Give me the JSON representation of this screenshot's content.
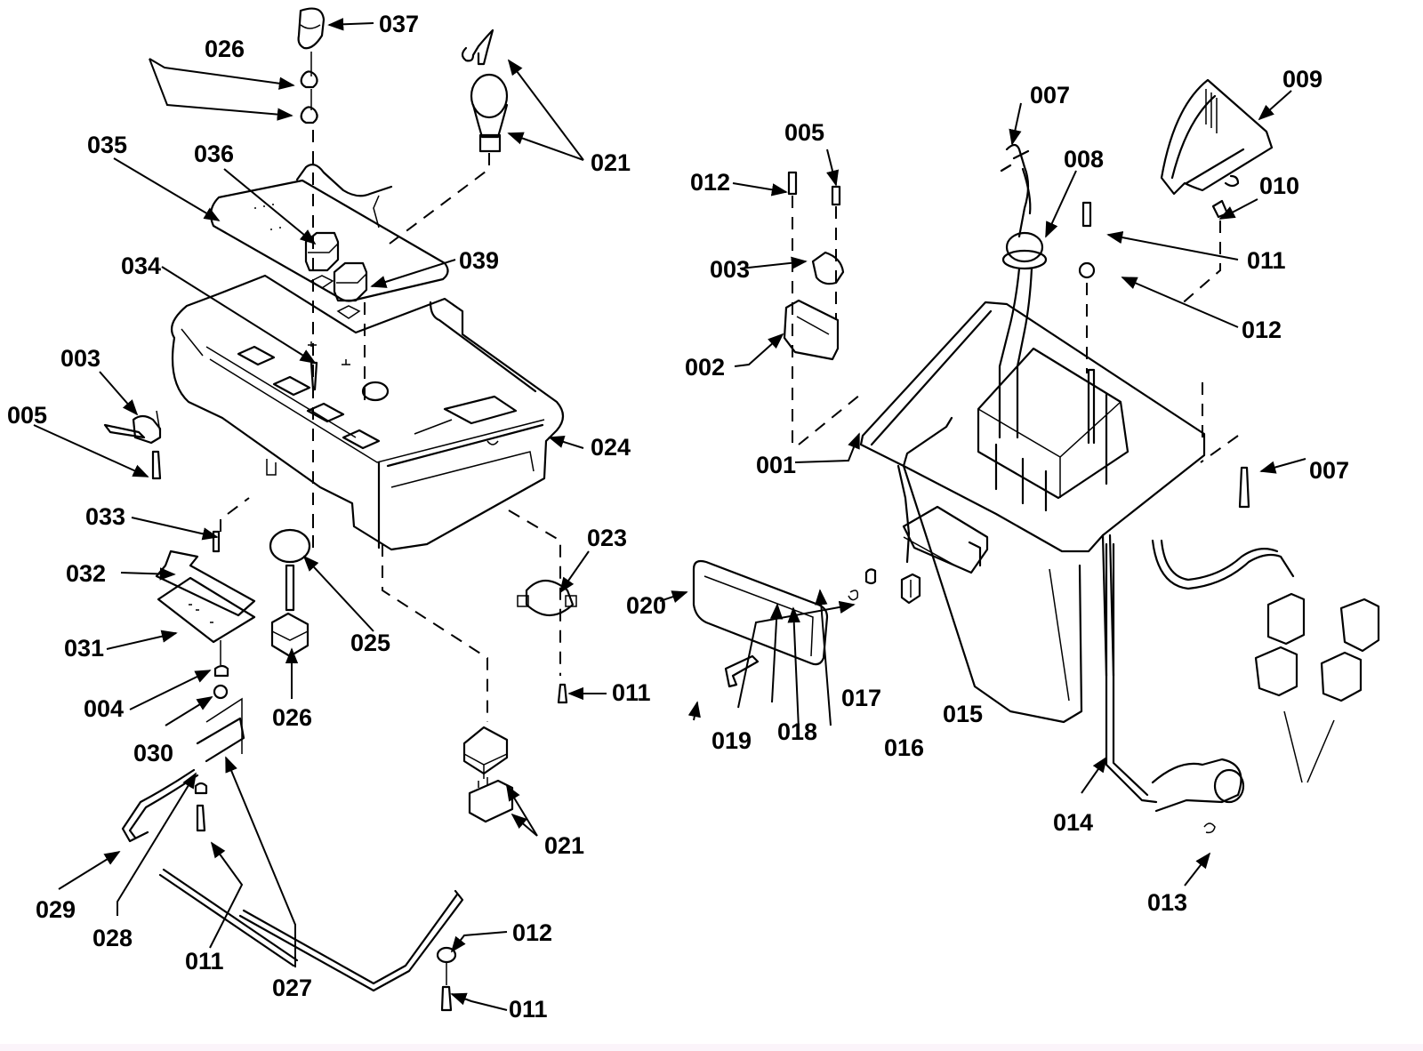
{
  "diagram": {
    "type": "exploded-parts-view",
    "subject": "Control panel and electrical box assembly",
    "colors": {
      "ink": "#000000",
      "paper": "#ffffff"
    },
    "assemblies": [
      {
        "id": "left",
        "description": "Control panel housing with switches, thermostat knob and wiring"
      },
      {
        "id": "right",
        "description": "Electrical box with cable harness, grommet, lamp and connectors"
      }
    ],
    "callouts": [
      {
        "id": "c037",
        "label": "037"
      },
      {
        "id": "c026a",
        "label": "026"
      },
      {
        "id": "c021a",
        "label": "021"
      },
      {
        "id": "c035",
        "label": "035"
      },
      {
        "id": "c036",
        "label": "036"
      },
      {
        "id": "c039",
        "label": "039"
      },
      {
        "id": "c034",
        "label": "034"
      },
      {
        "id": "c003a",
        "label": "003"
      },
      {
        "id": "c005a",
        "label": "005"
      },
      {
        "id": "c024",
        "label": "024"
      },
      {
        "id": "c033",
        "label": "033"
      },
      {
        "id": "c032",
        "label": "032"
      },
      {
        "id": "c031",
        "label": "031"
      },
      {
        "id": "c025",
        "label": "025"
      },
      {
        "id": "c023",
        "label": "023"
      },
      {
        "id": "c004",
        "label": "004"
      },
      {
        "id": "c026b",
        "label": "026"
      },
      {
        "id": "c011a",
        "label": "011"
      },
      {
        "id": "c030",
        "label": "030"
      },
      {
        "id": "c021b",
        "label": "021"
      },
      {
        "id": "c029",
        "label": "029"
      },
      {
        "id": "c028",
        "label": "028"
      },
      {
        "id": "c011b",
        "label": "011"
      },
      {
        "id": "c027",
        "label": "027"
      },
      {
        "id": "c012a",
        "label": "012"
      },
      {
        "id": "c011c",
        "label": "011"
      },
      {
        "id": "c007a",
        "label": "007"
      },
      {
        "id": "c009",
        "label": "009"
      },
      {
        "id": "c005b",
        "label": "005"
      },
      {
        "id": "c008",
        "label": "008"
      },
      {
        "id": "c012b",
        "label": "012"
      },
      {
        "id": "c010",
        "label": "010"
      },
      {
        "id": "c011d",
        "label": "011"
      },
      {
        "id": "c003b",
        "label": "003"
      },
      {
        "id": "c012c",
        "label": "012"
      },
      {
        "id": "c002",
        "label": "002"
      },
      {
        "id": "c001",
        "label": "001"
      },
      {
        "id": "c007b",
        "label": "007"
      },
      {
        "id": "c020",
        "label": "020"
      },
      {
        "id": "c019",
        "label": "019"
      },
      {
        "id": "c018",
        "label": "018"
      },
      {
        "id": "c017",
        "label": "017"
      },
      {
        "id": "c016",
        "label": "016"
      },
      {
        "id": "c015",
        "label": "015"
      },
      {
        "id": "c014",
        "label": "014"
      },
      {
        "id": "c013",
        "label": "013"
      }
    ]
  }
}
